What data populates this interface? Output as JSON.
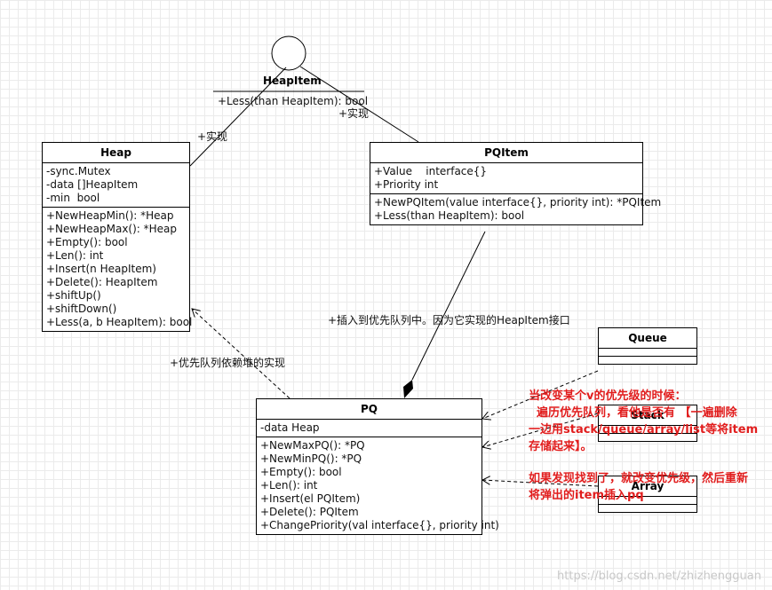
{
  "interface": {
    "name": "HeapItem",
    "method": "+Less(than HeapItem): bool"
  },
  "heap": {
    "title": "Heap",
    "fields": [
      "-sync.Mutex",
      "-data []HeapItem",
      "-min  bool"
    ],
    "methods": [
      "+NewHeapMin(): *Heap",
      "+NewHeapMax(): *Heap",
      "+Empty(): bool",
      "+Len(): int",
      "+Insert(n HeapItem)",
      "+Delete(): HeapItem",
      "+shiftUp()",
      "+shiftDown()",
      "+Less(a, b HeapItem): bool"
    ]
  },
  "pqitem": {
    "title": "PQItem",
    "fields": [
      "+Value    interface{}",
      "+Priority int"
    ],
    "methods": [
      "+NewPQItem(value interface{}, priority int): *PQItem",
      "+Less(than HeapItem): bool"
    ]
  },
  "pq": {
    "title": "PQ",
    "fields": [
      "-data Heap"
    ],
    "methods": [
      "+NewMaxPQ(): *PQ",
      "+NewMinPQ(): *PQ",
      "+Empty(): bool",
      "+Len(): int",
      "+Insert(el PQItem)",
      "+Delete(): PQItem",
      "+ChangePriority(val interface{}, priority int)"
    ]
  },
  "queue": {
    "title": "Queue"
  },
  "stack": {
    "title": "Stack"
  },
  "array": {
    "title": "Array"
  },
  "labels": {
    "realize_heap": "+实现",
    "realize_pqitem": "+实现",
    "insert_pq": "+插入到优先队列中。因为它实现的HeapItem接口",
    "pq_depends_heap": "+优先队列依赖堆的实现"
  },
  "notes": {
    "note1": "当改变某个v的优先级的时候：\n  遍历优先队列，看他是否有 【一遍删除\n一边用stack/queue/array/list等将item\n存储起来】。",
    "note2": "如果发现找到了，就改变优先级，然后重新\n将弹出的item插入pq"
  },
  "watermark": "https://blog.csdn.net/zhizhengguan",
  "colors": {
    "note_text": "#e11d1d",
    "line": "#000000",
    "grid": "#ebebeb"
  }
}
